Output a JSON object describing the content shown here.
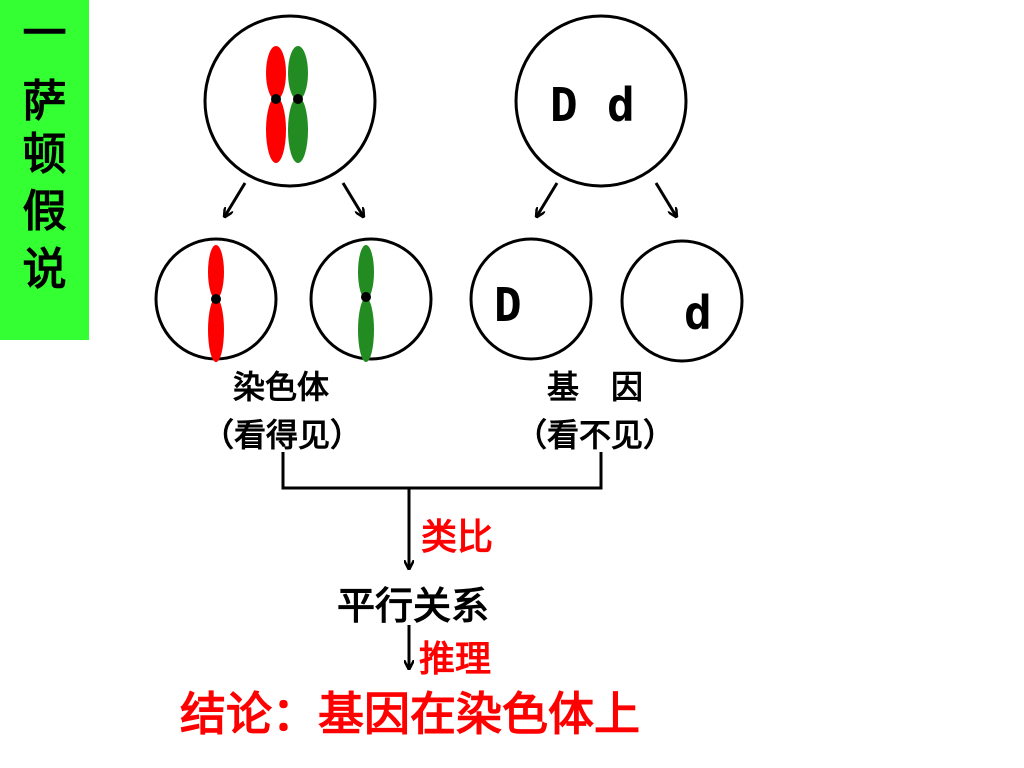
{
  "side_label": [
    "一",
    "萨",
    "顿",
    "假",
    "说"
  ],
  "genes": {
    "parent_left": "D",
    "parent_right": "d",
    "child_left": "D",
    "child_right": "d"
  },
  "labels": {
    "chromosome": "染色体",
    "chromosome_note": "（看得见）",
    "gene": "基　因",
    "gene_note": "（看不见）",
    "analogy": "类比",
    "parallel": "平行关系",
    "reasoning": "推理",
    "conclusion": "结论：基因在染色体上"
  },
  "colors": {
    "side_bg": "#33ff33",
    "red_chromosome": "#ff0000",
    "green_chromosome": "#228b22",
    "highlight_text": "#ff0000"
  }
}
